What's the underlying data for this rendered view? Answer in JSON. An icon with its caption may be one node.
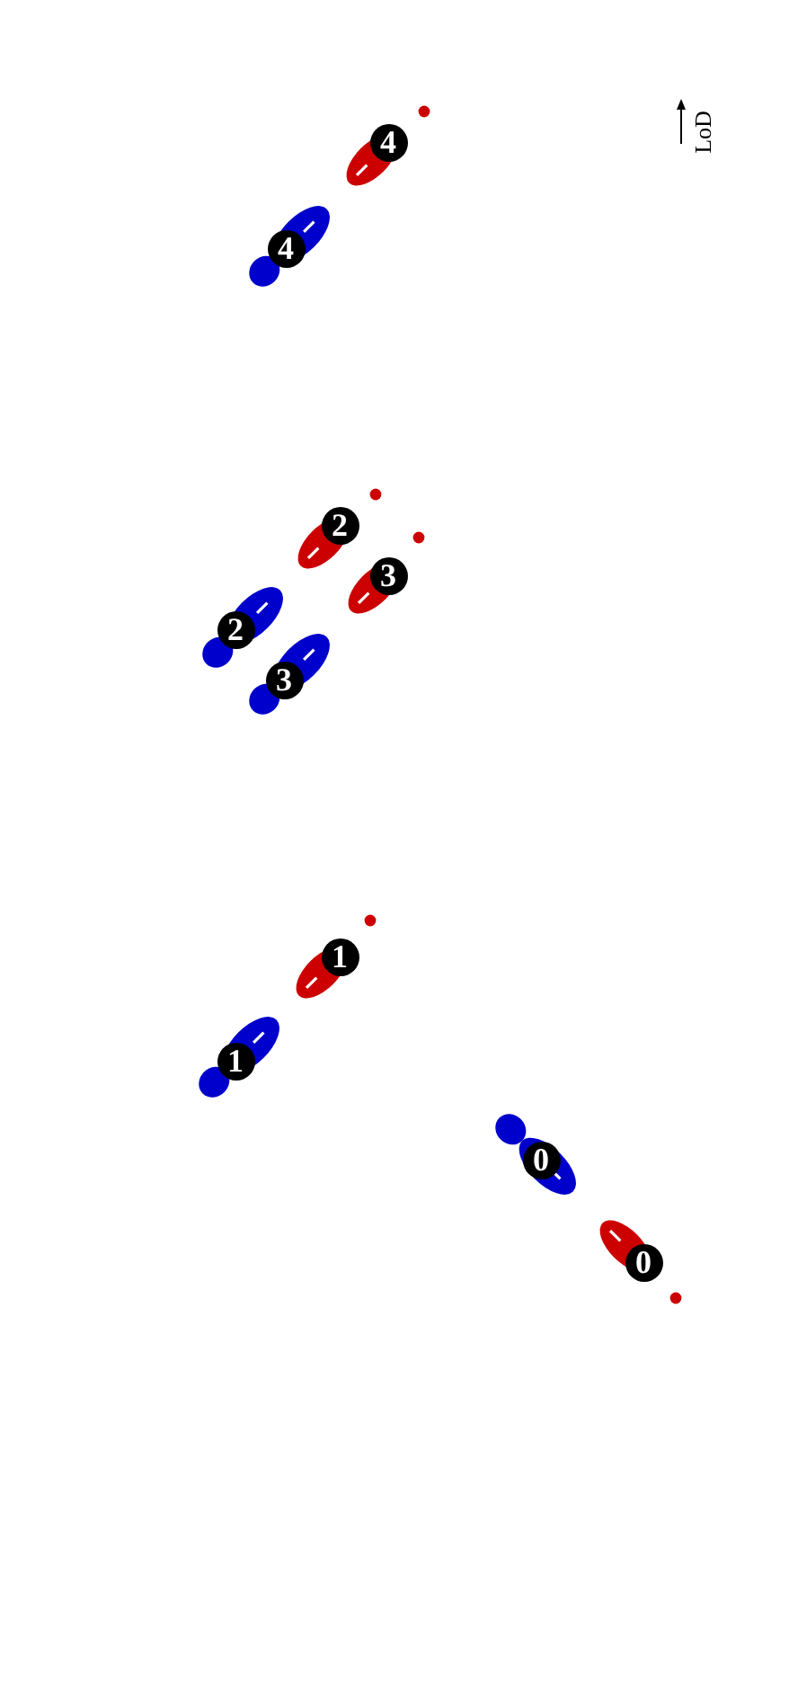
{
  "diagram": {
    "nodes": [
      {
        "text": [
          "4"
        ]
      },
      {
        "text": [
          "4"
        ]
      },
      {
        "text": [
          "2"
        ]
      },
      {
        "text": [
          "3"
        ]
      },
      {
        "text": [
          "2"
        ]
      },
      {
        "text": [
          "3"
        ]
      },
      {
        "text": [
          "1"
        ]
      },
      {
        "text": [
          "1"
        ]
      },
      {
        "text": [
          "0"
        ]
      },
      {
        "text": [
          "0"
        ]
      }
    ],
    "labels": [
      "LoD"
    ]
  }
}
